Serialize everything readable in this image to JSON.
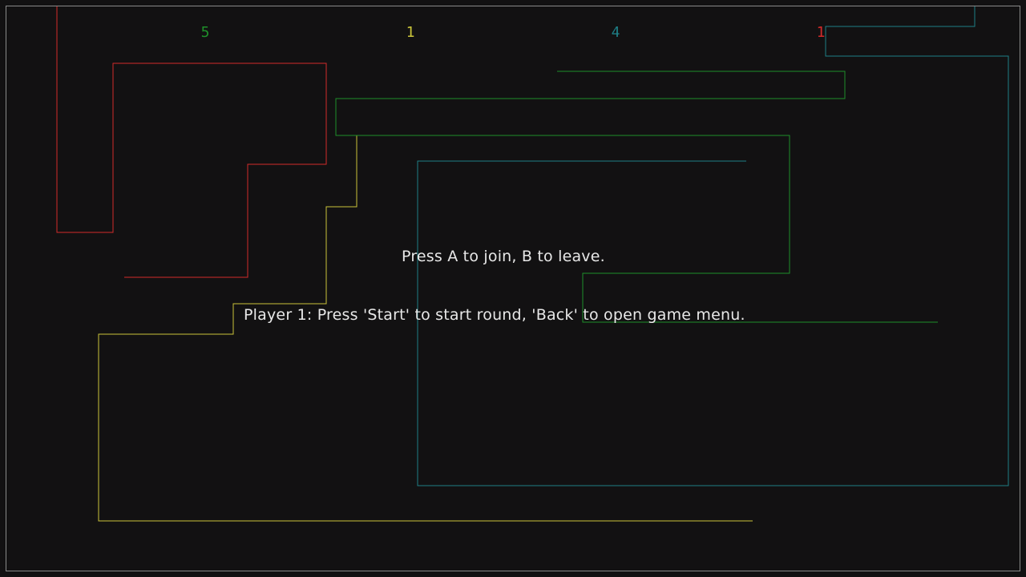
{
  "colors": {
    "background": "#121112",
    "border": "#8a8a8a",
    "green": "#1f8f2a",
    "yellow": "#c9c43a",
    "teal": "#1e7f86",
    "red": "#d22a2a",
    "text": "#e8e8e8"
  },
  "scores": {
    "green": "5",
    "yellow": "1",
    "teal": "4",
    "red": "1"
  },
  "messages": {
    "join": "Press A to join, B to leave.",
    "start": "Player 1: Press 'Start' to start round, 'Back' to open game menu."
  }
}
